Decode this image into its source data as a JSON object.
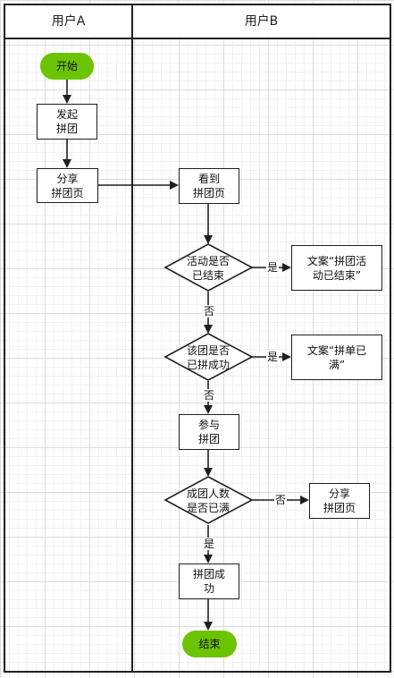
{
  "lanes": {
    "user_a": "用户A",
    "user_b": "用户B"
  },
  "nodes": {
    "start": "开始",
    "initiate": [
      "发起",
      "拼团"
    ],
    "share_a": [
      "分享",
      "拼团页"
    ],
    "see_page": [
      "看到",
      "拼团页"
    ],
    "activity_ended": [
      "活动是否",
      "已结束"
    ],
    "msg_ended": [
      "文案“拼团活",
      "动已结束”"
    ],
    "group_done": [
      "该团是否",
      "已拼成功"
    ],
    "msg_full": [
      "文案“拼单已",
      "满”"
    ],
    "join": [
      "参与",
      "拼团"
    ],
    "count_full": [
      "成团人数",
      "是否已满"
    ],
    "share_b": [
      "分享",
      "拼团页"
    ],
    "success": [
      "拼团成",
      "功"
    ],
    "end": "结束"
  },
  "edge_labels": {
    "yes1": "是",
    "no1": "否",
    "yes2": "是",
    "no2": "否",
    "no3": "否",
    "yes3": "是"
  },
  "colors": {
    "terminal": "#6cc400",
    "line": "#1f1f1f",
    "grid": "#dcdcdc"
  }
}
